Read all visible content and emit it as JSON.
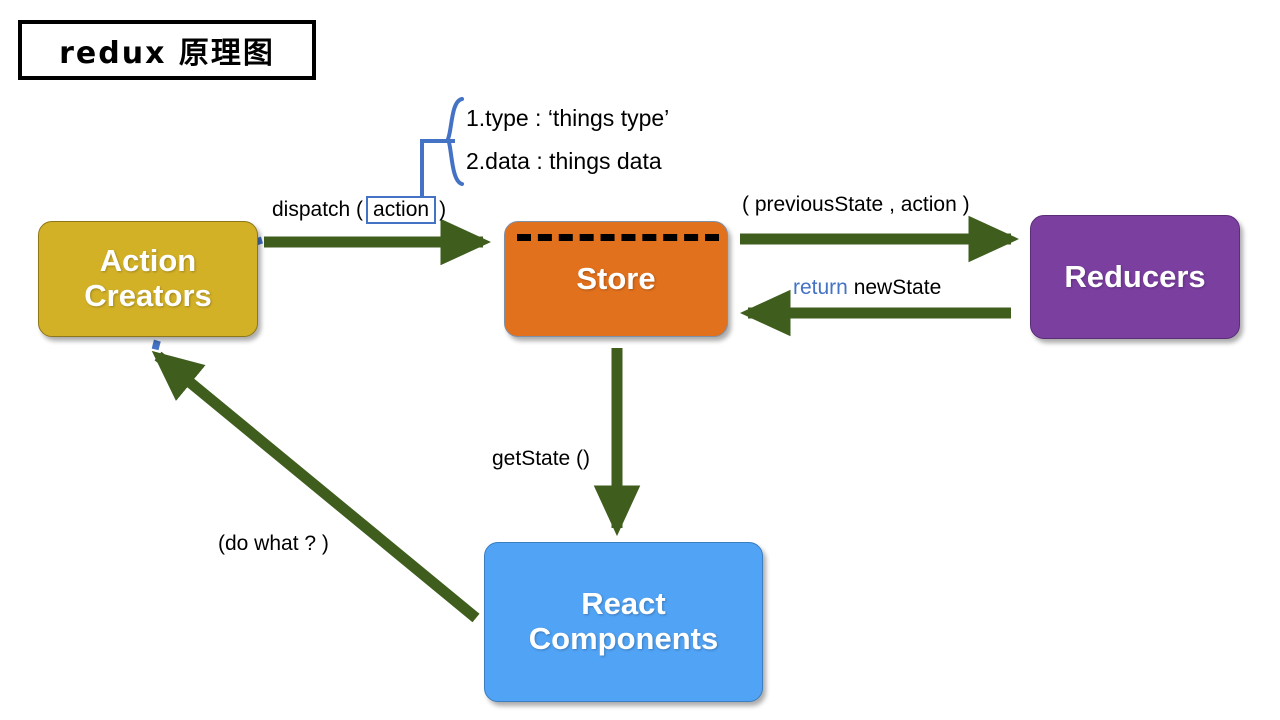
{
  "diagram": {
    "title": "redux 原理图",
    "palette": {
      "action_creators": "#D3B127",
      "store": "#E2711D",
      "reducers": "#7B3FA0",
      "react_components": "#51A3F5",
      "arrow_green": "#3F5E1E",
      "accent_blue": "#4472C4",
      "text_dark": "#000000",
      "background": "#FFFFFF"
    },
    "nodes": [
      {
        "id": "action-creators",
        "label": "Action\nCreators",
        "color": "#D3B127"
      },
      {
        "id": "store",
        "label": "Store",
        "color": "#E2711D"
      },
      {
        "id": "reducers",
        "label": "Reducers",
        "color": "#7B3FA0"
      },
      {
        "id": "react-components",
        "label": "React\nComponents",
        "color": "#51A3F5"
      }
    ],
    "edges": [
      {
        "id": "dispatch",
        "from": "action-creators",
        "to": "store",
        "label_prefix": "dispatch (",
        "label_chip": "action",
        "label_suffix": ")"
      },
      {
        "id": "to-reducers",
        "from": "store",
        "to": "reducers",
        "label": "( previousState , action )"
      },
      {
        "id": "from-reducers",
        "from": "reducers",
        "to": "store",
        "label_keyword": "return",
        "label_rest": " newState"
      },
      {
        "id": "get-state",
        "from": "store",
        "to": "react-components",
        "label": "getState ()"
      },
      {
        "id": "do-what",
        "from": "react-components",
        "to": "action-creators",
        "label": "(do what ? )"
      }
    ],
    "annotation": {
      "target": "action",
      "lines": [
        "1.type : ‘things type’",
        "2.data :  things data"
      ]
    }
  }
}
